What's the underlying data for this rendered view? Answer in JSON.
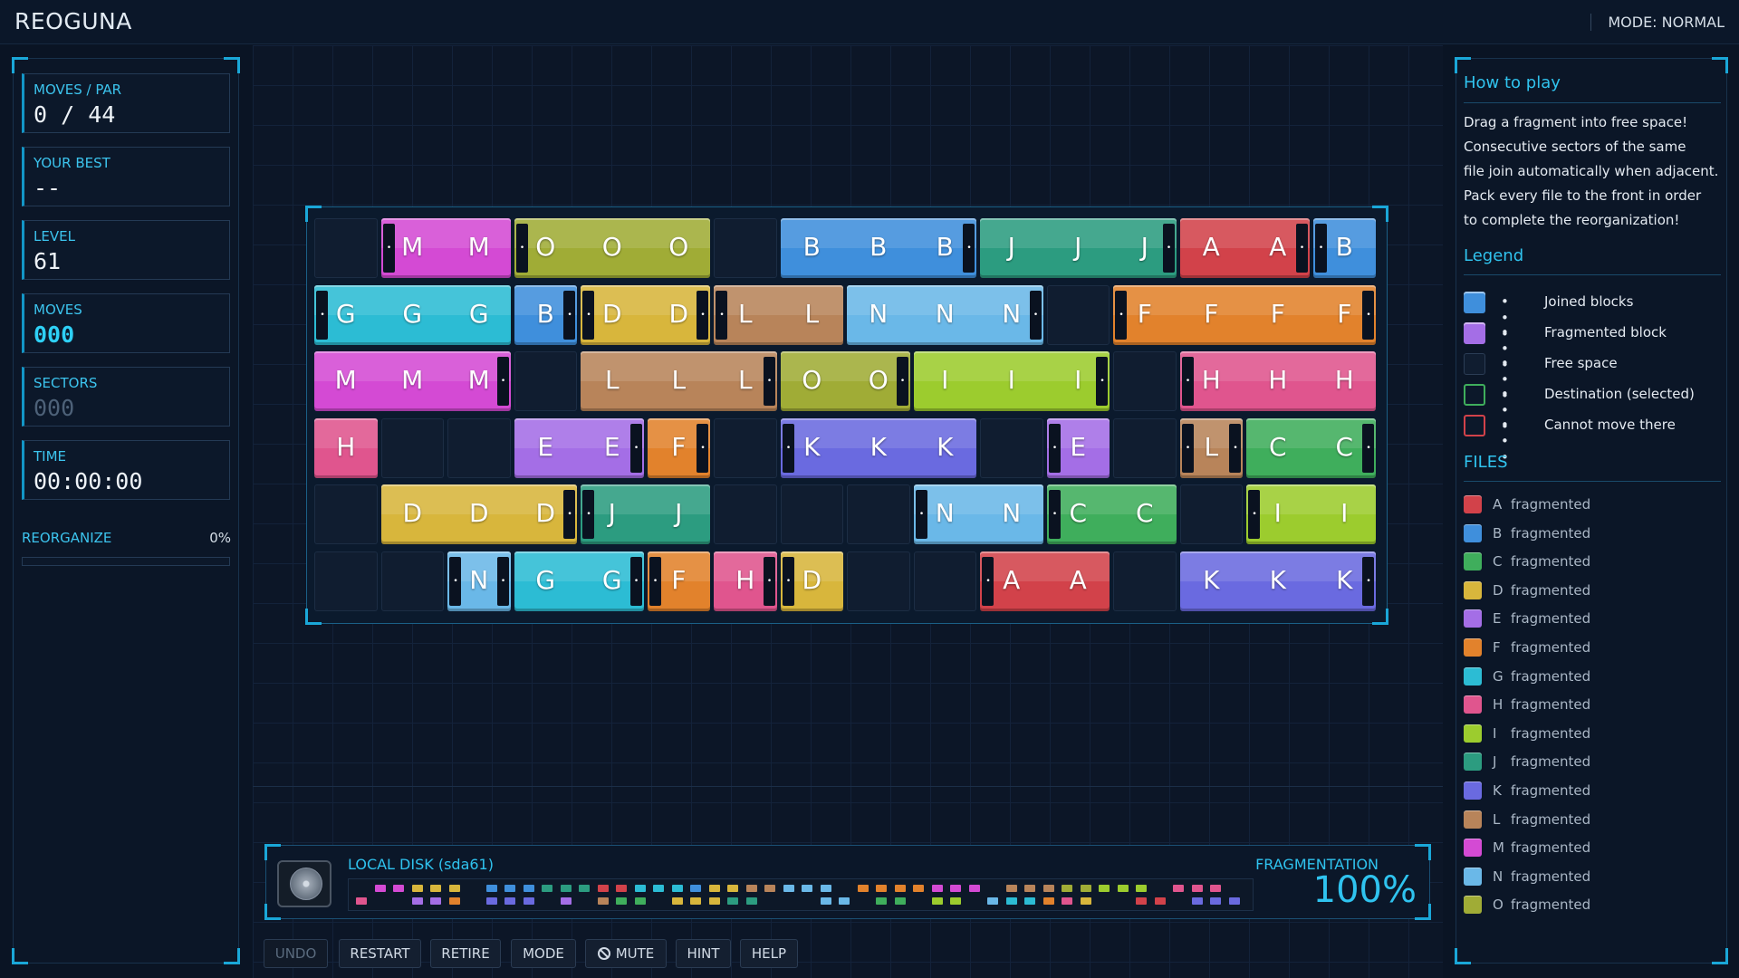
{
  "app": {
    "title": "REOGUNA",
    "mode_label": "MODE: NORMAL"
  },
  "stats": {
    "moves_par": {
      "label": "MOVES / PAR",
      "value": "0 / 44"
    },
    "your_best": {
      "label": "YOUR BEST",
      "value": "--"
    },
    "level": {
      "label": "LEVEL",
      "value": "61"
    },
    "moves": {
      "label": "MOVES",
      "value": "000"
    },
    "sectors": {
      "label": "SECTORS",
      "value": "000"
    },
    "time": {
      "label": "TIME",
      "value": "00:00:00"
    },
    "reorganize": {
      "label": "REORGANIZE",
      "percent": "0%",
      "progress": 0
    }
  },
  "colors": {
    "A": "#d2424a",
    "B": "#3f8fdc",
    "C": "#3fae5c",
    "D": "#d8b63c",
    "E": "#a46ee6",
    "F": "#e2822c",
    "G": "#2cbcd4",
    "H": "#e0558e",
    "I": "#9ccc2e",
    "J": "#2c9c80",
    "K": "#6a6ae0",
    "L": "#b8845a",
    "M": "#d44ad4",
    "N": "#6ab8e8",
    "O": "#a0ac36"
  },
  "board": {
    "columns": 16,
    "rows": [
      [
        null,
        {
          "f": "M",
          "span": 2,
          "l": "dot",
          "r": null
        },
        {
          "f": "O",
          "span": 3,
          "l": "dot",
          "r": null
        },
        null,
        {
          "f": "B",
          "span": 3,
          "l": null,
          "r": "dot"
        },
        {
          "f": "J",
          "span": 3,
          "l": null,
          "r": "dot"
        },
        {
          "f": "A",
          "span": 2,
          "l": null,
          "r": "dot"
        },
        {
          "f": "B",
          "span": 1,
          "l": "dot",
          "r": null
        }
      ],
      [
        {
          "f": "G",
          "span": 3,
          "l": "dot",
          "r": null
        },
        {
          "f": "B",
          "span": 1,
          "l": null,
          "r": "dot"
        },
        {
          "f": "D",
          "span": 2,
          "l": "dot",
          "r": "dot"
        },
        {
          "f": "L",
          "span": 2,
          "l": "dot",
          "r": null
        },
        {
          "f": "N",
          "span": 3,
          "l": null,
          "r": "dot"
        },
        null,
        {
          "f": "F",
          "span": 4,
          "l": "dot",
          "r": "dot"
        }
      ],
      [
        {
          "f": "M",
          "span": 3,
          "l": null,
          "r": "dot"
        },
        null,
        {
          "f": "L",
          "span": 3,
          "l": null,
          "r": "dot"
        },
        {
          "f": "O",
          "span": 2,
          "l": null,
          "r": "dot"
        },
        {
          "f": "I",
          "span": 3,
          "l": null,
          "r": "dot"
        },
        null,
        {
          "f": "H",
          "span": 3,
          "l": "dot",
          "r": null
        }
      ],
      [
        {
          "f": "H",
          "span": 1,
          "l": null,
          "r": null
        },
        null,
        null,
        {
          "f": "E",
          "span": 2,
          "l": null,
          "r": "dot"
        },
        {
          "f": "F",
          "span": 1,
          "l": null,
          "r": "dot"
        },
        null,
        {
          "f": "K",
          "span": 3,
          "l": "dot",
          "r": null
        },
        null,
        {
          "f": "E",
          "span": 1,
          "l": "dot",
          "r": null
        },
        null,
        {
          "f": "L",
          "span": 1,
          "l": "dot",
          "r": "dot"
        },
        {
          "f": "C",
          "span": 2,
          "l": null,
          "r": "dot"
        }
      ],
      [
        null,
        {
          "f": "D",
          "span": 3,
          "l": null,
          "r": "dot"
        },
        {
          "f": "J",
          "span": 2,
          "l": "dot",
          "r": null
        },
        null,
        null,
        null,
        {
          "f": "N",
          "span": 2,
          "l": "dot",
          "r": null
        },
        {
          "f": "C",
          "span": 2,
          "l": "dot",
          "r": null
        },
        null,
        {
          "f": "I",
          "span": 2,
          "l": "dot",
          "r": null
        }
      ],
      [
        null,
        null,
        {
          "f": "N",
          "span": 1,
          "l": "dot",
          "r": "dot"
        },
        {
          "f": "G",
          "span": 2,
          "l": null,
          "r": "dot"
        },
        {
          "f": "F",
          "span": 1,
          "l": "dot",
          "r": null
        },
        {
          "f": "H",
          "span": 1,
          "l": null,
          "r": "dot"
        },
        {
          "f": "D",
          "span": 1,
          "l": "dot",
          "r": null
        },
        null,
        null,
        {
          "f": "A",
          "span": 2,
          "l": "dot",
          "r": null
        },
        null,
        {
          "f": "K",
          "span": 3,
          "l": null,
          "r": "dot"
        }
      ]
    ]
  },
  "disk": {
    "title": "LOCAL DISK (sda61)",
    "frag_label": "FRAGMENTATION",
    "frag_value": "100%",
    "map": [
      [
        null,
        "M",
        "M",
        "D",
        "D",
        "D",
        null,
        "B",
        "B",
        "B",
        "J",
        "J",
        "J",
        "A",
        "A",
        "G",
        "G",
        "G",
        "B",
        "D",
        "D",
        "L",
        "L",
        "N",
        "N",
        "N",
        null,
        "F",
        "F",
        "F",
        "F",
        "M",
        "M",
        "M",
        null,
        "L",
        "L",
        "L",
        "O",
        "O",
        "I",
        "I",
        "I",
        null,
        "H",
        "H",
        "H"
      ],
      [
        "H",
        null,
        null,
        "E",
        "E",
        "F",
        null,
        "K",
        "K",
        "K",
        null,
        "E",
        null,
        "L",
        "C",
        "C",
        null,
        "D",
        "D",
        "D",
        "J",
        "J",
        null,
        null,
        null,
        "N",
        "N",
        null,
        "C",
        "C",
        null,
        "I",
        "I",
        null,
        "N",
        "G",
        "G",
        "F",
        "H",
        "D",
        null,
        null,
        "A",
        "A",
        null,
        "K",
        "K",
        "K"
      ]
    ]
  },
  "toolbar": {
    "undo": "UNDO",
    "restart": "RESTART",
    "retire": "RETIRE",
    "mode": "MODE",
    "mute": "MUTE",
    "hint": "HINT",
    "help": "HELP"
  },
  "howto": {
    "title": "How to play",
    "lines": [
      "Drag a fragment into free space!",
      "Consecutive sectors of the same",
      "file join automatically when adjacent.",
      "Pack every file to the front in order",
      "to complete the reorganization!"
    ]
  },
  "legend": {
    "title": "Legend",
    "dots": "• • •",
    "items": [
      {
        "label": "Joined blocks",
        "swatch": "#3f8fdc"
      },
      {
        "label": "Fragmented block",
        "swatch": "#a46ee6"
      },
      {
        "label": "Free space",
        "swatch": "#101d30"
      },
      {
        "label": "Destination (selected)",
        "swatch": "#3fae5c"
      },
      {
        "label": "Cannot move there",
        "swatch": "#d2424a"
      }
    ]
  },
  "files": {
    "title": "FILES",
    "status": "fragmented",
    "items": [
      {
        "name": "A",
        "color": "#d2424a"
      },
      {
        "name": "B",
        "color": "#3f8fdc"
      },
      {
        "name": "C",
        "color": "#3fae5c"
      },
      {
        "name": "D",
        "color": "#d8b63c"
      },
      {
        "name": "E",
        "color": "#a46ee6"
      },
      {
        "name": "F",
        "color": "#e2822c"
      },
      {
        "name": "G",
        "color": "#2cbcd4"
      },
      {
        "name": "H",
        "color": "#e0558e"
      },
      {
        "name": "I",
        "color": "#9ccc2e"
      },
      {
        "name": "J",
        "color": "#2c9c80"
      },
      {
        "name": "K",
        "color": "#6a6ae0"
      },
      {
        "name": "L",
        "color": "#b8845a"
      },
      {
        "name": "M",
        "color": "#d44ad4"
      },
      {
        "name": "N",
        "color": "#6ab8e8"
      },
      {
        "name": "O",
        "color": "#a0ac36"
      }
    ]
  }
}
